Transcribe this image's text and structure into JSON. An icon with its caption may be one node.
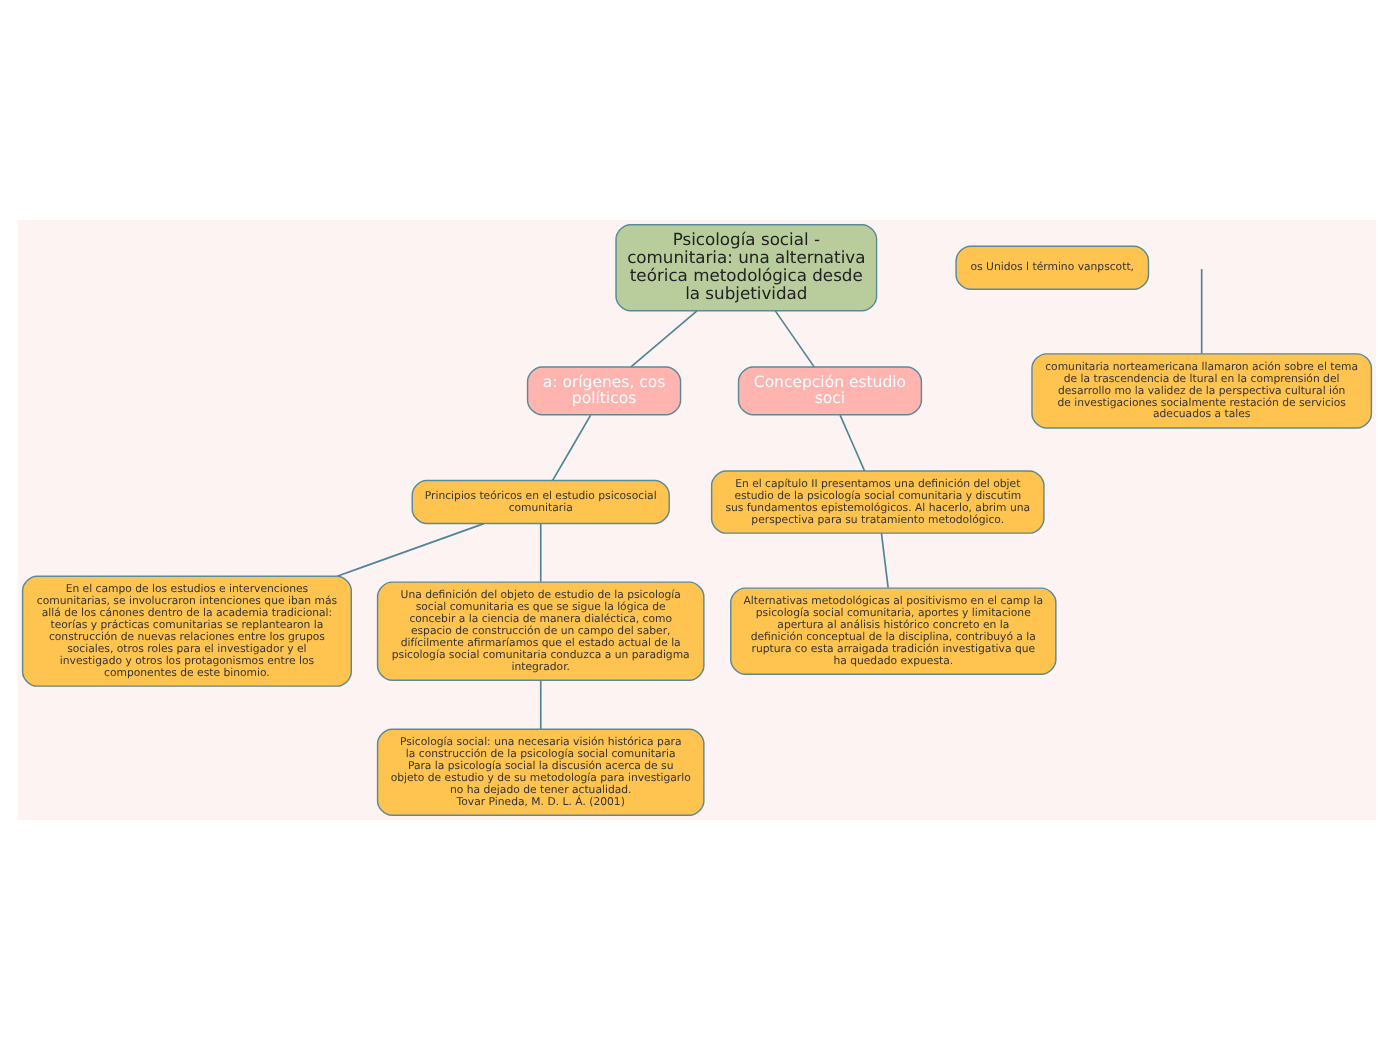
{
  "diagram": {
    "nodes": [
      {
        "text": [
          "Psicología social - comunitaria: una alternativa teórica metodológica desde la subjetividad"
        ]
      },
      {
        "text": [
          "a: orígenes, cos políticos"
        ]
      },
      {
        "text": [
          "Concepción estudio soci"
        ]
      },
      {
        "text": [
          "Principios teóricos en el estudio psicosocial comunitaria"
        ]
      },
      {
        "text": [
          "En el campo de los estudios e intervenciones comunitarias, se involucraron intenciones que iban más allá de los cánones dentro de la academia tradicional: teorías y prácticas comunitarias se replantearon la construcción de nuevas relaciones entre los grupos sociales, otros roles para el investigador y el investigado y otros los protagonismos entre los componentes de este binomio."
        ]
      },
      {
        "text": [
          "Una definición del objeto de estudio de la psicología social comunitaria es que se sigue la lógica de concebir a la ciencia de manera dialéctica, como espacio de construcción de un campo del saber, difícilmente afirmaríamos que el estado actual de la psicología social comunitaria conduzca a un paradigma integrador."
        ]
      },
      {
        "text": [
          "Psicología social: una necesaria visión histórica para la construcción de la psicología social comunitaria Para la psicología social la discusión acerca de su objeto de estudio y de su metodología para investigarlo no ha dejado de tener actualidad.",
          "Tovar Pineda, M. D. L. Á. (2001)"
        ]
      },
      {
        "text": [
          "os Unidos l término vanpscott,"
        ]
      },
      {
        "text": [
          "comunitaria norteamericana llamaron ación sobre el tema de la trascendencia de ltural en la comprensión del desarrollo mo la validez de la perspectiva cultural ión de investigaciones socialmente restación de servicios adecuados a tales"
        ]
      },
      {
        "text": [
          "En el capítulo II presentamos una definición del objet estudio de la psicología social comunitaria y discutim sus fundamentos epistemológicos. Al hacerlo, abrim una perspectiva para su tratamiento metodológico."
        ]
      },
      {
        "text": [
          "Alternativas metodológicas al positivismo en el camp la psicología social comunitaria, aportes y limitacione apertura al análisis histórico concreto en la definición conceptual de la disciplina, contribuyó a la ruptura co esta arraigada tradición investigativa que ha quedado expuesta."
        ]
      }
    ],
    "edges": [
      {
        "from": 0,
        "to": 1,
        "arrow": "none"
      },
      {
        "from": 0,
        "to": 2,
        "arrow": "none"
      },
      {
        "from": 1,
        "to": 3,
        "arrow": "none"
      },
      {
        "from": 3,
        "to": 4,
        "arrow": "none"
      },
      {
        "from": 3,
        "to": 5,
        "arrow": "none"
      },
      {
        "from": 5,
        "to": 6,
        "arrow": "none"
      },
      {
        "from": null,
        "to": 8,
        "arrow": "none"
      },
      {
        "from": 2,
        "to": 9,
        "arrow": "none"
      },
      {
        "from": 9,
        "to": 10,
        "arrow": "none"
      }
    ]
  }
}
